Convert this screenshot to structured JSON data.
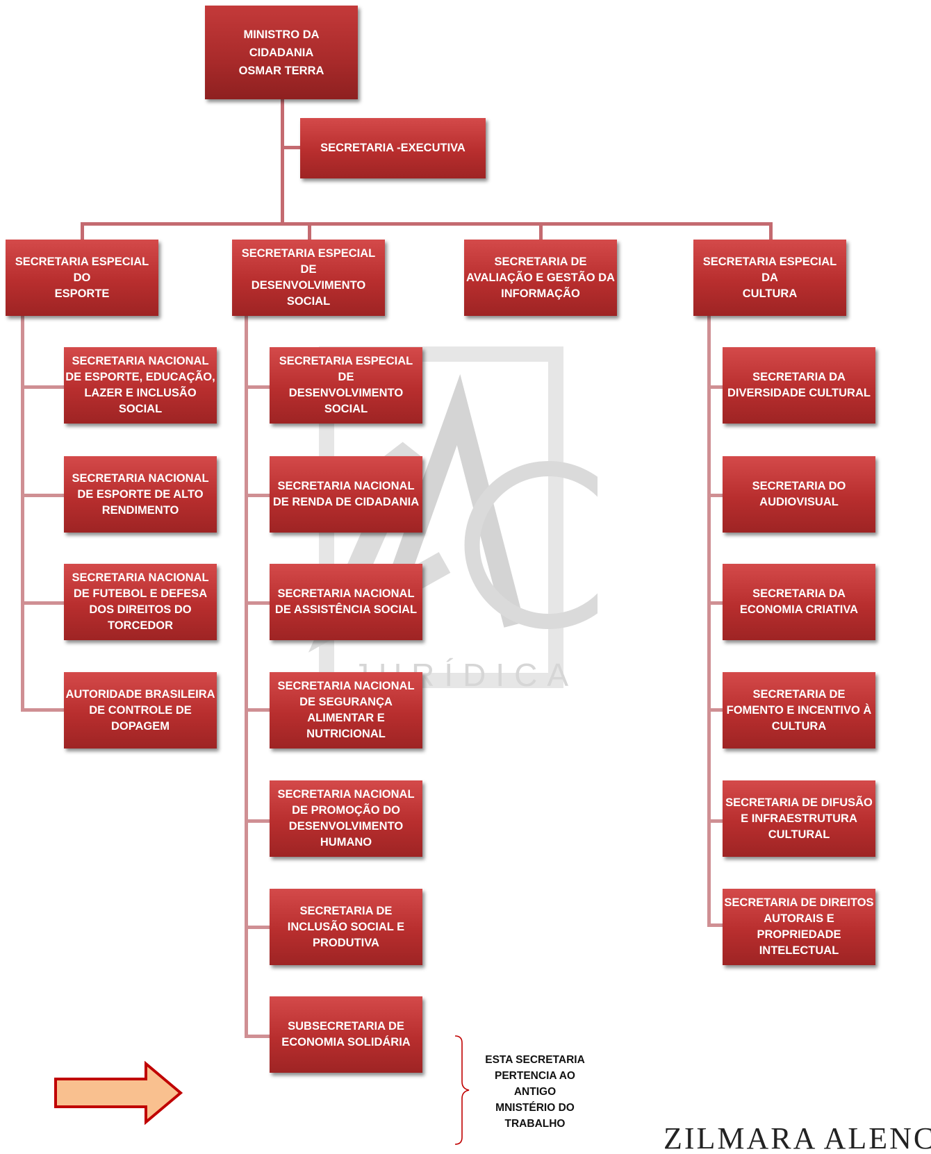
{
  "minister": {
    "text": "MINISTRO  DA\nCIDADANIA\nOSMAR TERRA"
  },
  "executive": {
    "text": "SECRETARIA -EXECUTIVA"
  },
  "special_secretariats": [
    {
      "text": "SECRETARIA ESPECIAL DO\nESPORTE"
    },
    {
      "text": "SECRETARIA ESPECIAL DE\nDESENVOLVIMENTO\nSOCIAL"
    },
    {
      "text": "SECRETARIA DE\nAVALIAÇÃO E GESTÃO DA\nINFORMAÇÃO"
    },
    {
      "text": "SECRETARIA ESPECIAL DA\nCULTURA"
    }
  ],
  "esporte_children": [
    {
      "text": "SECRETARIA NACIONAL\nDE ESPORTE, EDUCAÇÃO,\nLAZER E INCLUSÃO\nSOCIAL"
    },
    {
      "text": "SECRETARIA NACIONAL\nDE ESPORTE DE ALTO\nRENDIMENTO"
    },
    {
      "text": "SECRETARIA NACIONAL\nDE FUTEBOL E DEFESA\nDOS DIREITOS DO\nTORCEDOR"
    },
    {
      "text": "AUTORIDADE BRASILEIRA\nDE CONTROLE DE\nDOPAGEM"
    }
  ],
  "social_children": [
    {
      "text": "SECRETARIA ESPECIAL DE\nDESENVOLVIMENTO\nSOCIAL"
    },
    {
      "text": "SECRETARIA NACIONAL\nDE RENDA DE CIDADANIA"
    },
    {
      "text": "SECRETARIA NACIONAL\nDE ASSISTÊNCIA SOCIAL"
    },
    {
      "text": "SECRETARIA NACIONAL\nDE SEGURANÇA\nALIMENTAR E\nNUTRICIONAL"
    },
    {
      "text": "SECRETARIA NACIONAL\nDE PROMOÇÃO DO\nDESENVOLVIMENTO\nHUMANO"
    },
    {
      "text": "SECRETARIA DE\nINCLUSÃO SOCIAL E\nPRODUTIVA"
    },
    {
      "text": "SUBSECRETARIA DE\nECONOMIA SOLIDÁRIA"
    }
  ],
  "cultura_children": [
    {
      "text": "SECRETARIA DA\nDIVERSIDADE CULTURAL"
    },
    {
      "text": "SECRETARIA DO\nAUDIOVISUAL"
    },
    {
      "text": "SECRETARIA DA\nECONOMIA CRIATIVA"
    },
    {
      "text": "SECRETARIA DE\nFOMENTO E INCENTIVO À\nCULTURA"
    },
    {
      "text": "SECRETARIA DE DIFUSÃO\nE INFRAESTRUTURA\nCULTURAL"
    },
    {
      "text": "SECRETARIA DE DIREITOS\nAUTORAIS E\nPROPRIEDADE\nINTELECTUAL"
    }
  ],
  "note": "ESTA SECRETARIA\nPERTENCIA AO\nANTIGO\nMNISTÉRIO DO\nTRABALHO",
  "watermark_word": "JURÍDICA",
  "footer_brand": "ZILMARA ALENCAR",
  "colors": {
    "box": "#b82e2e",
    "connector": "#cf8f93",
    "arrow_fill": "#f9c08f",
    "arrow_stroke": "#c00000"
  }
}
